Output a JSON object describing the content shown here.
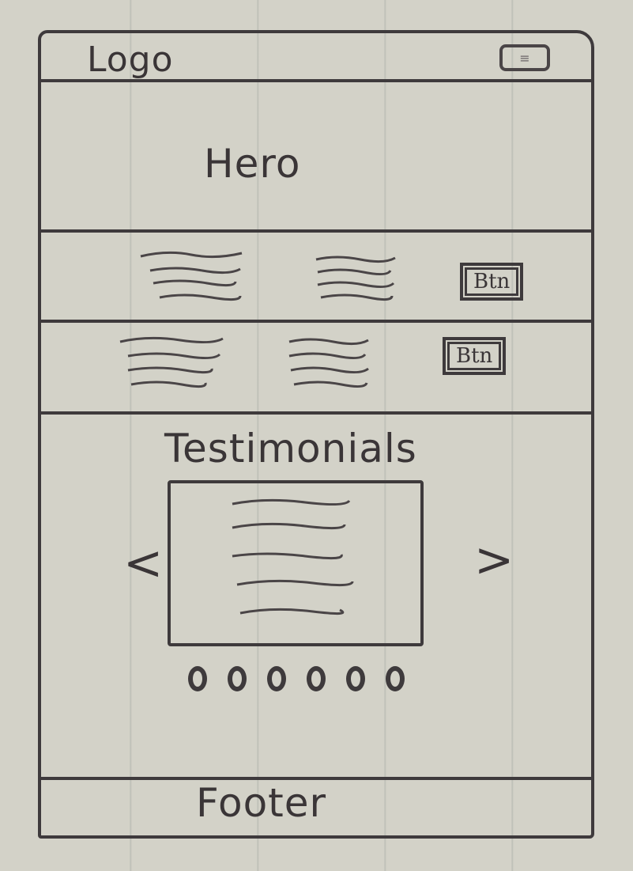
{
  "header": {
    "logo_text": "Logo",
    "menu_icon": "hamburger-menu-icon"
  },
  "hero": {
    "title": "Hero"
  },
  "features": [
    {
      "button_label": "Btn"
    },
    {
      "button_label": "Btn"
    }
  ],
  "testimonials": {
    "title": "Testimonials",
    "prev_icon": "chevron-left-icon",
    "next_icon": "chevron-right-icon",
    "prev_glyph": "<",
    "next_glyph": ">",
    "dot_count": 6
  },
  "footer": {
    "text": "Footer"
  },
  "colors": {
    "paper": "#d3d2c8",
    "ink": "#3e3a3c"
  }
}
